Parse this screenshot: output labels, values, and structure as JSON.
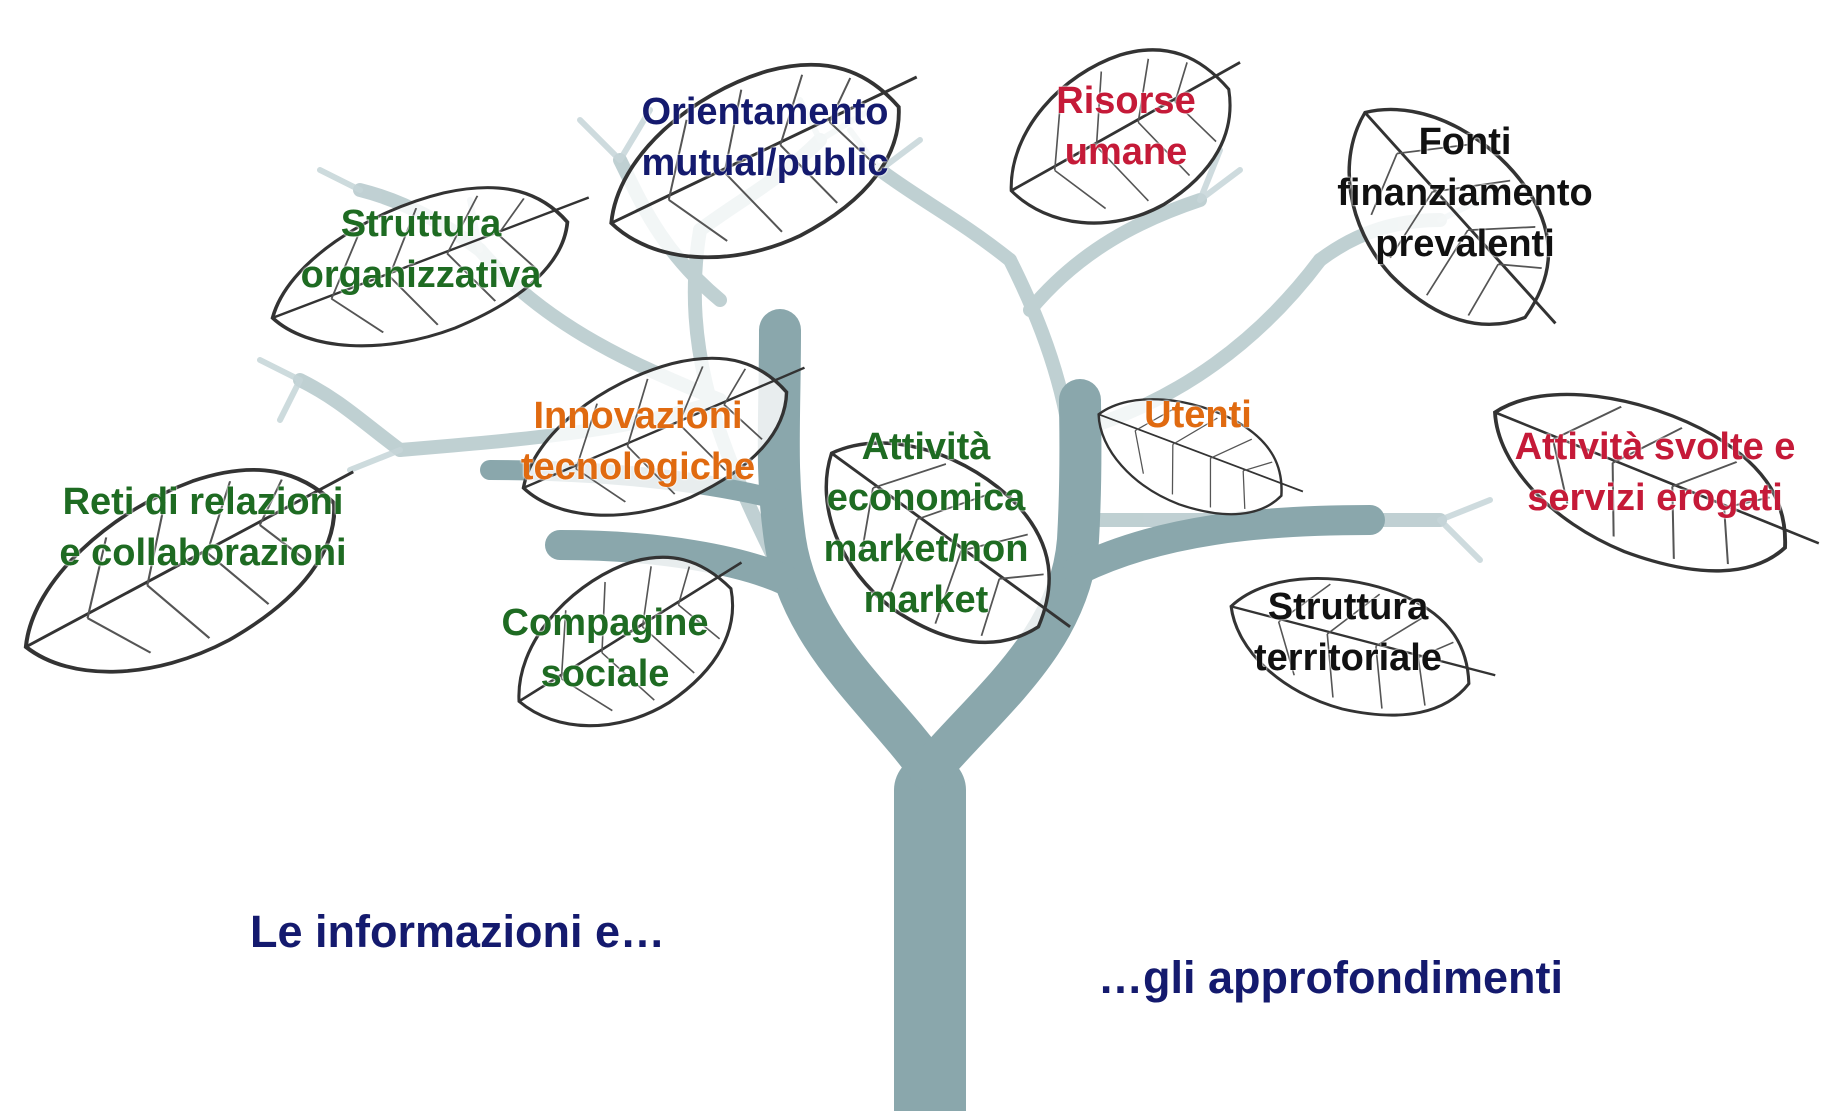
{
  "colors": {
    "dark_blue": "#141a6e",
    "green": "#1e6b22",
    "orange": "#e06a10",
    "red": "#c51a38",
    "black": "#111111",
    "trunk": "#8aa7ac",
    "branches": "#b5c8cb",
    "leaf_stroke": "#333333"
  },
  "leaves": [
    {
      "id": "reti",
      "lines": [
        "Reti di relazioni",
        "e collaborazioni"
      ],
      "color": "green"
    },
    {
      "id": "struttura-org",
      "lines": [
        "Struttura",
        "organizzativa"
      ],
      "color": "green"
    },
    {
      "id": "orientamento",
      "lines": [
        "Orientamento",
        "mutual/public"
      ],
      "color": "dark_blue"
    },
    {
      "id": "risorse",
      "lines": [
        "Risorse",
        "umane"
      ],
      "color": "red"
    },
    {
      "id": "fonti",
      "lines": [
        "Fonti",
        "finanziamento",
        "prevalenti"
      ],
      "color": "black"
    },
    {
      "id": "innovazioni",
      "lines": [
        "Innovazioni",
        "tecnologiche"
      ],
      "color": "orange"
    },
    {
      "id": "attivita-economica",
      "lines": [
        "Attività",
        "economica",
        "market/non",
        "market"
      ],
      "color": "green"
    },
    {
      "id": "utenti",
      "lines": [
        "Utenti"
      ],
      "color": "orange"
    },
    {
      "id": "attivita-svolte",
      "lines": [
        "Attività svolte e",
        "servizi erogati"
      ],
      "color": "red"
    },
    {
      "id": "compagine",
      "lines": [
        "Compagine",
        "sociale"
      ],
      "color": "green"
    },
    {
      "id": "struttura-terr",
      "lines": [
        "Struttura",
        "territoriale"
      ],
      "color": "black"
    }
  ],
  "captions": {
    "left": "Le informazioni e…",
    "right": "…gli approfondimenti"
  }
}
